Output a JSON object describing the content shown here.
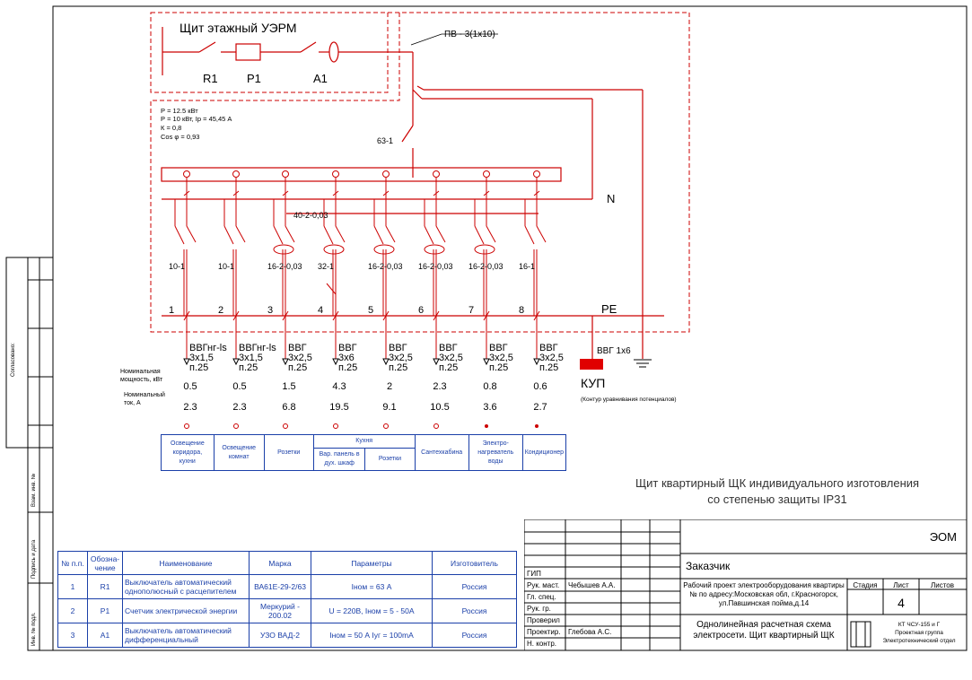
{
  "floor_panel": {
    "title": "Щит этажный УЭРМ",
    "r1": "R1",
    "p1": "P1",
    "a1": "A1",
    "cable": "ПВ - 3(1х10)"
  },
  "params": [
    "Р   = 12.5 кВт",
    "Р = 10 кВт, Iр = 45,45 А",
    "К       = 0,8",
    "Cos φ = 0,93"
  ],
  "main_breaker": "63-1",
  "bus_n": "N",
  "bus_pe": "PE",
  "rcd_main": "40-2-0,03",
  "breakers": [
    "10-1",
    "10-1",
    "16-2-0,03",
    "32-1",
    "16-2-0,03",
    "16-2-0,03",
    "16-2-0,03",
    "16-1"
  ],
  "line_numbers": [
    "1",
    "2",
    "3",
    "4",
    "5",
    "6",
    "7",
    "8"
  ],
  "cables": [
    [
      "ВВГнг-ls",
      "3х1,5",
      "п.25"
    ],
    [
      "ВВГнг-ls",
      "3х1,5",
      "п.25"
    ],
    [
      "ВВГ",
      "3х2,5",
      "п.25"
    ],
    [
      "ВВГ",
      "3х6",
      "п.25"
    ],
    [
      "ВВГ",
      "3х2,5",
      "п.25"
    ],
    [
      "ВВГ",
      "3х2,5",
      "п.25"
    ],
    [
      "ВВГ",
      "3х2,5",
      "п.25"
    ],
    [
      "ВВГ",
      "3х2,5",
      "п.25"
    ]
  ],
  "power_label": [
    "Номинальная",
    "мощность, кВт"
  ],
  "current_label": [
    "Номинальный",
    "ток, А"
  ],
  "powers": [
    "0.5",
    "0.5",
    "1.5",
    "4.3",
    "2",
    "2.3",
    "0.8",
    "0.6"
  ],
  "currents": [
    "2.3",
    "2.3",
    "6.8",
    "19.5",
    "9.1",
    "10.5",
    "3.6",
    "2.7"
  ],
  "kup": {
    "cable": "ВВГ 1х6",
    "label": "КУП",
    "desc": "(Контур уравнивания потенциалов)"
  },
  "consumers": {
    "c1": [
      "Освещение",
      "коридора,",
      "кухни"
    ],
    "c2": [
      "Освещение",
      "комнат"
    ],
    "c3": "Розетки",
    "kitchen": "Кухня",
    "k1": [
      "Вар. панель в",
      "дух. шкаф"
    ],
    "k2": "Розетки",
    "c6": "Сантехкабина",
    "c7": [
      "Электро-",
      "нагреватель",
      "воды"
    ],
    "c8": "Кондиционер"
  },
  "caption": [
    "Щит квартирный ЩК индивидуального изготовления",
    "со степенью защиты IP31"
  ],
  "left_frame": [
    "Согласовано:",
    "Взам. инв. №",
    "Подпись и дата",
    "Инв. № подл."
  ],
  "spec": {
    "headers": [
      "№ п.п.",
      "Обозна-чение",
      "Наименование",
      "Марка",
      "Параметры",
      "Изготовитель"
    ],
    "rows": [
      [
        "1",
        "R1",
        "Выключатель автоматический однополюсный с расцепителем",
        "ВА61Е-29-2/63",
        "Iном = 63 А",
        "Россия"
      ],
      [
        "2",
        "P1",
        "Счетчик электрической энергии",
        "Меркурий - 200.02",
        "U = 220В, Iном = 5 - 50А",
        "Россия"
      ],
      [
        "3",
        "A1",
        "Выключатель автоматический дифференциальный",
        "УЗО ВАД-2",
        "Iном = 50 А Iуг = 100mA",
        "Россия"
      ]
    ]
  },
  "stamp": {
    "code": "ЭОМ",
    "customer": "Заказчик",
    "project": "Рабочий проект электрооборудования квартиры № по адресу:Московская обл, г.Красногорск, ул.Павшинская пойма,д.14",
    "roles": [
      "ГИП",
      "Рук. маст.",
      "Гл. спец.",
      "Рук. гр.",
      "Проверил",
      "Проектир.",
      "Н. контр."
    ],
    "names": [
      "",
      "Чебышев А.А.",
      "",
      "",
      "",
      "Глебова А.С.",
      ""
    ],
    "stage_label": "Стадия",
    "sheet_label": "Лист",
    "sheets_label": "Листов",
    "sheet": "4",
    "drawing_title": "Однолинейная расчетная схема электросети. Щит квартирный ЩК",
    "org": [
      "КТ ЧСУ-155 и Г",
      "Проектная группа",
      "Электротехнический отдел"
    ]
  }
}
